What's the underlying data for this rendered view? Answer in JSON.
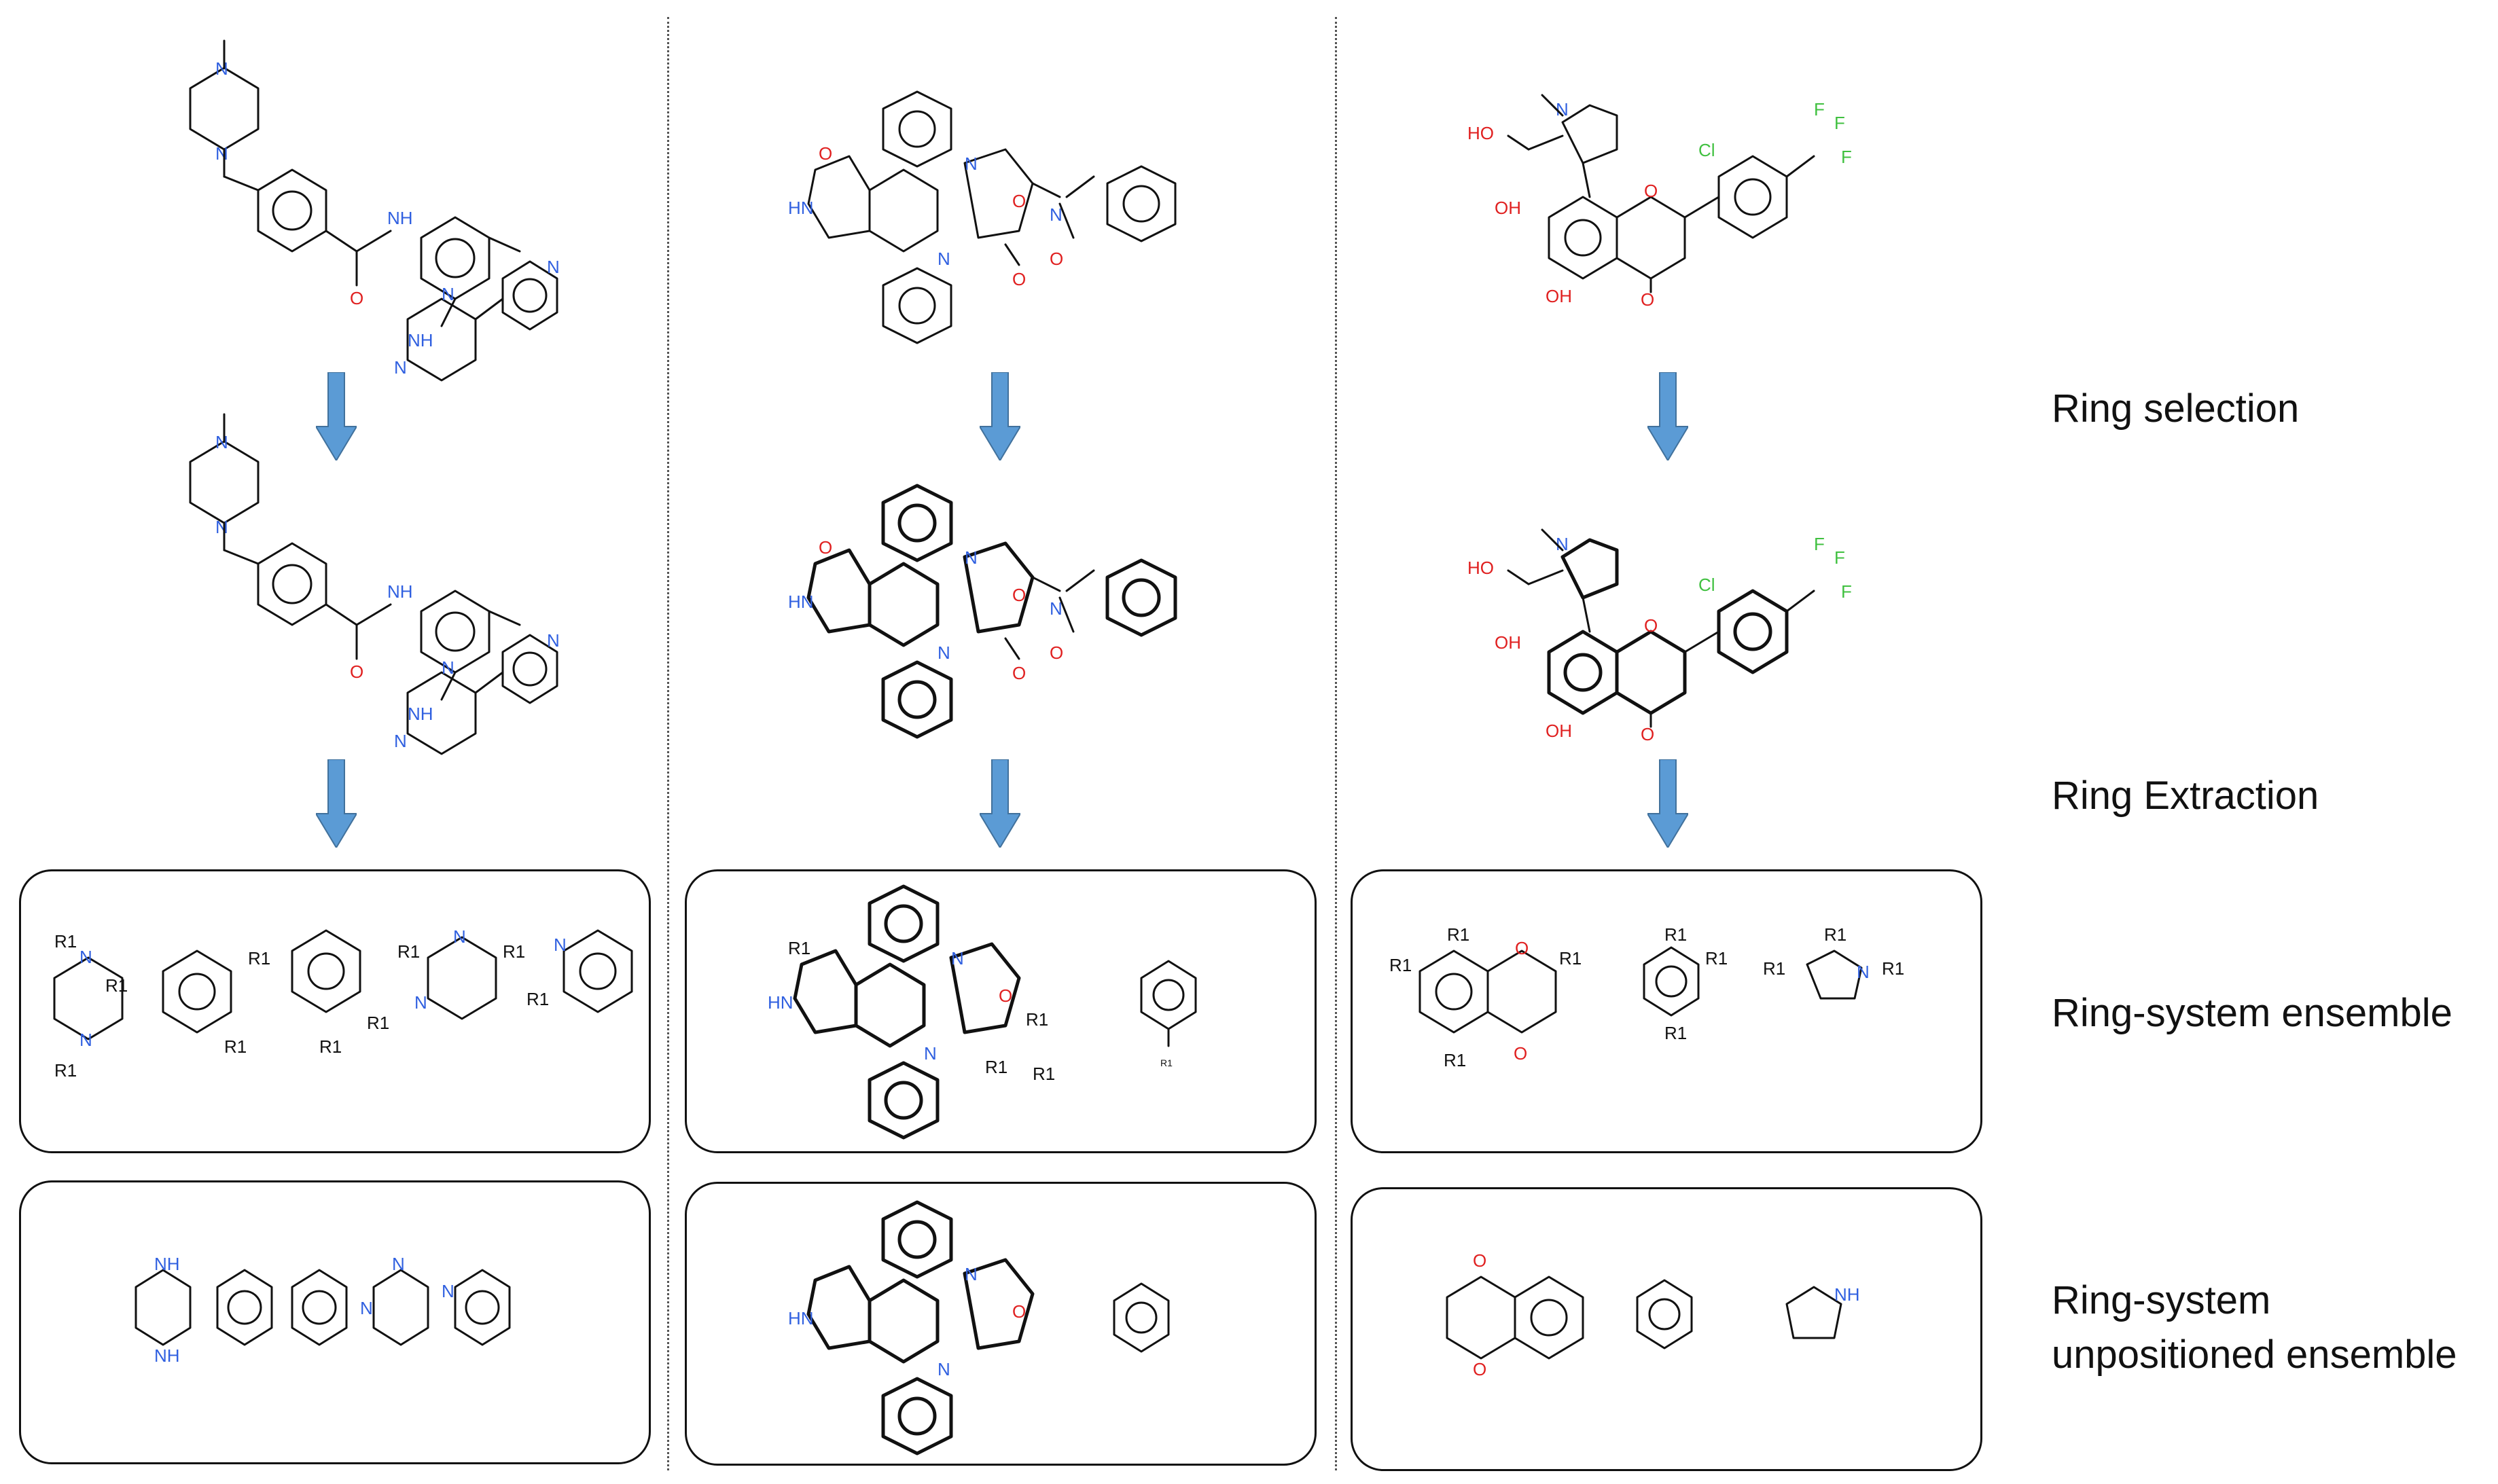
{
  "stages": {
    "ring_selection": "Ring selection",
    "ring_extraction": "Ring Extraction",
    "ensemble": "Ring-system ensemble",
    "unpositioned_line1": "Ring-system",
    "unpositioned_line2": "unpositioned ensemble"
  },
  "atoms": {
    "N": "N",
    "NH": "NH",
    "HN": "HN",
    "O": "O",
    "OH": "OH",
    "HO": "HO",
    "Cl": "Cl",
    "F": "F",
    "R1": "R1",
    "r1": "R1"
  },
  "colors": {
    "nitrogen": "#3060e0",
    "oxygen": "#e02020",
    "halogen": "#40c040",
    "arrow": "#5b9bd5"
  }
}
